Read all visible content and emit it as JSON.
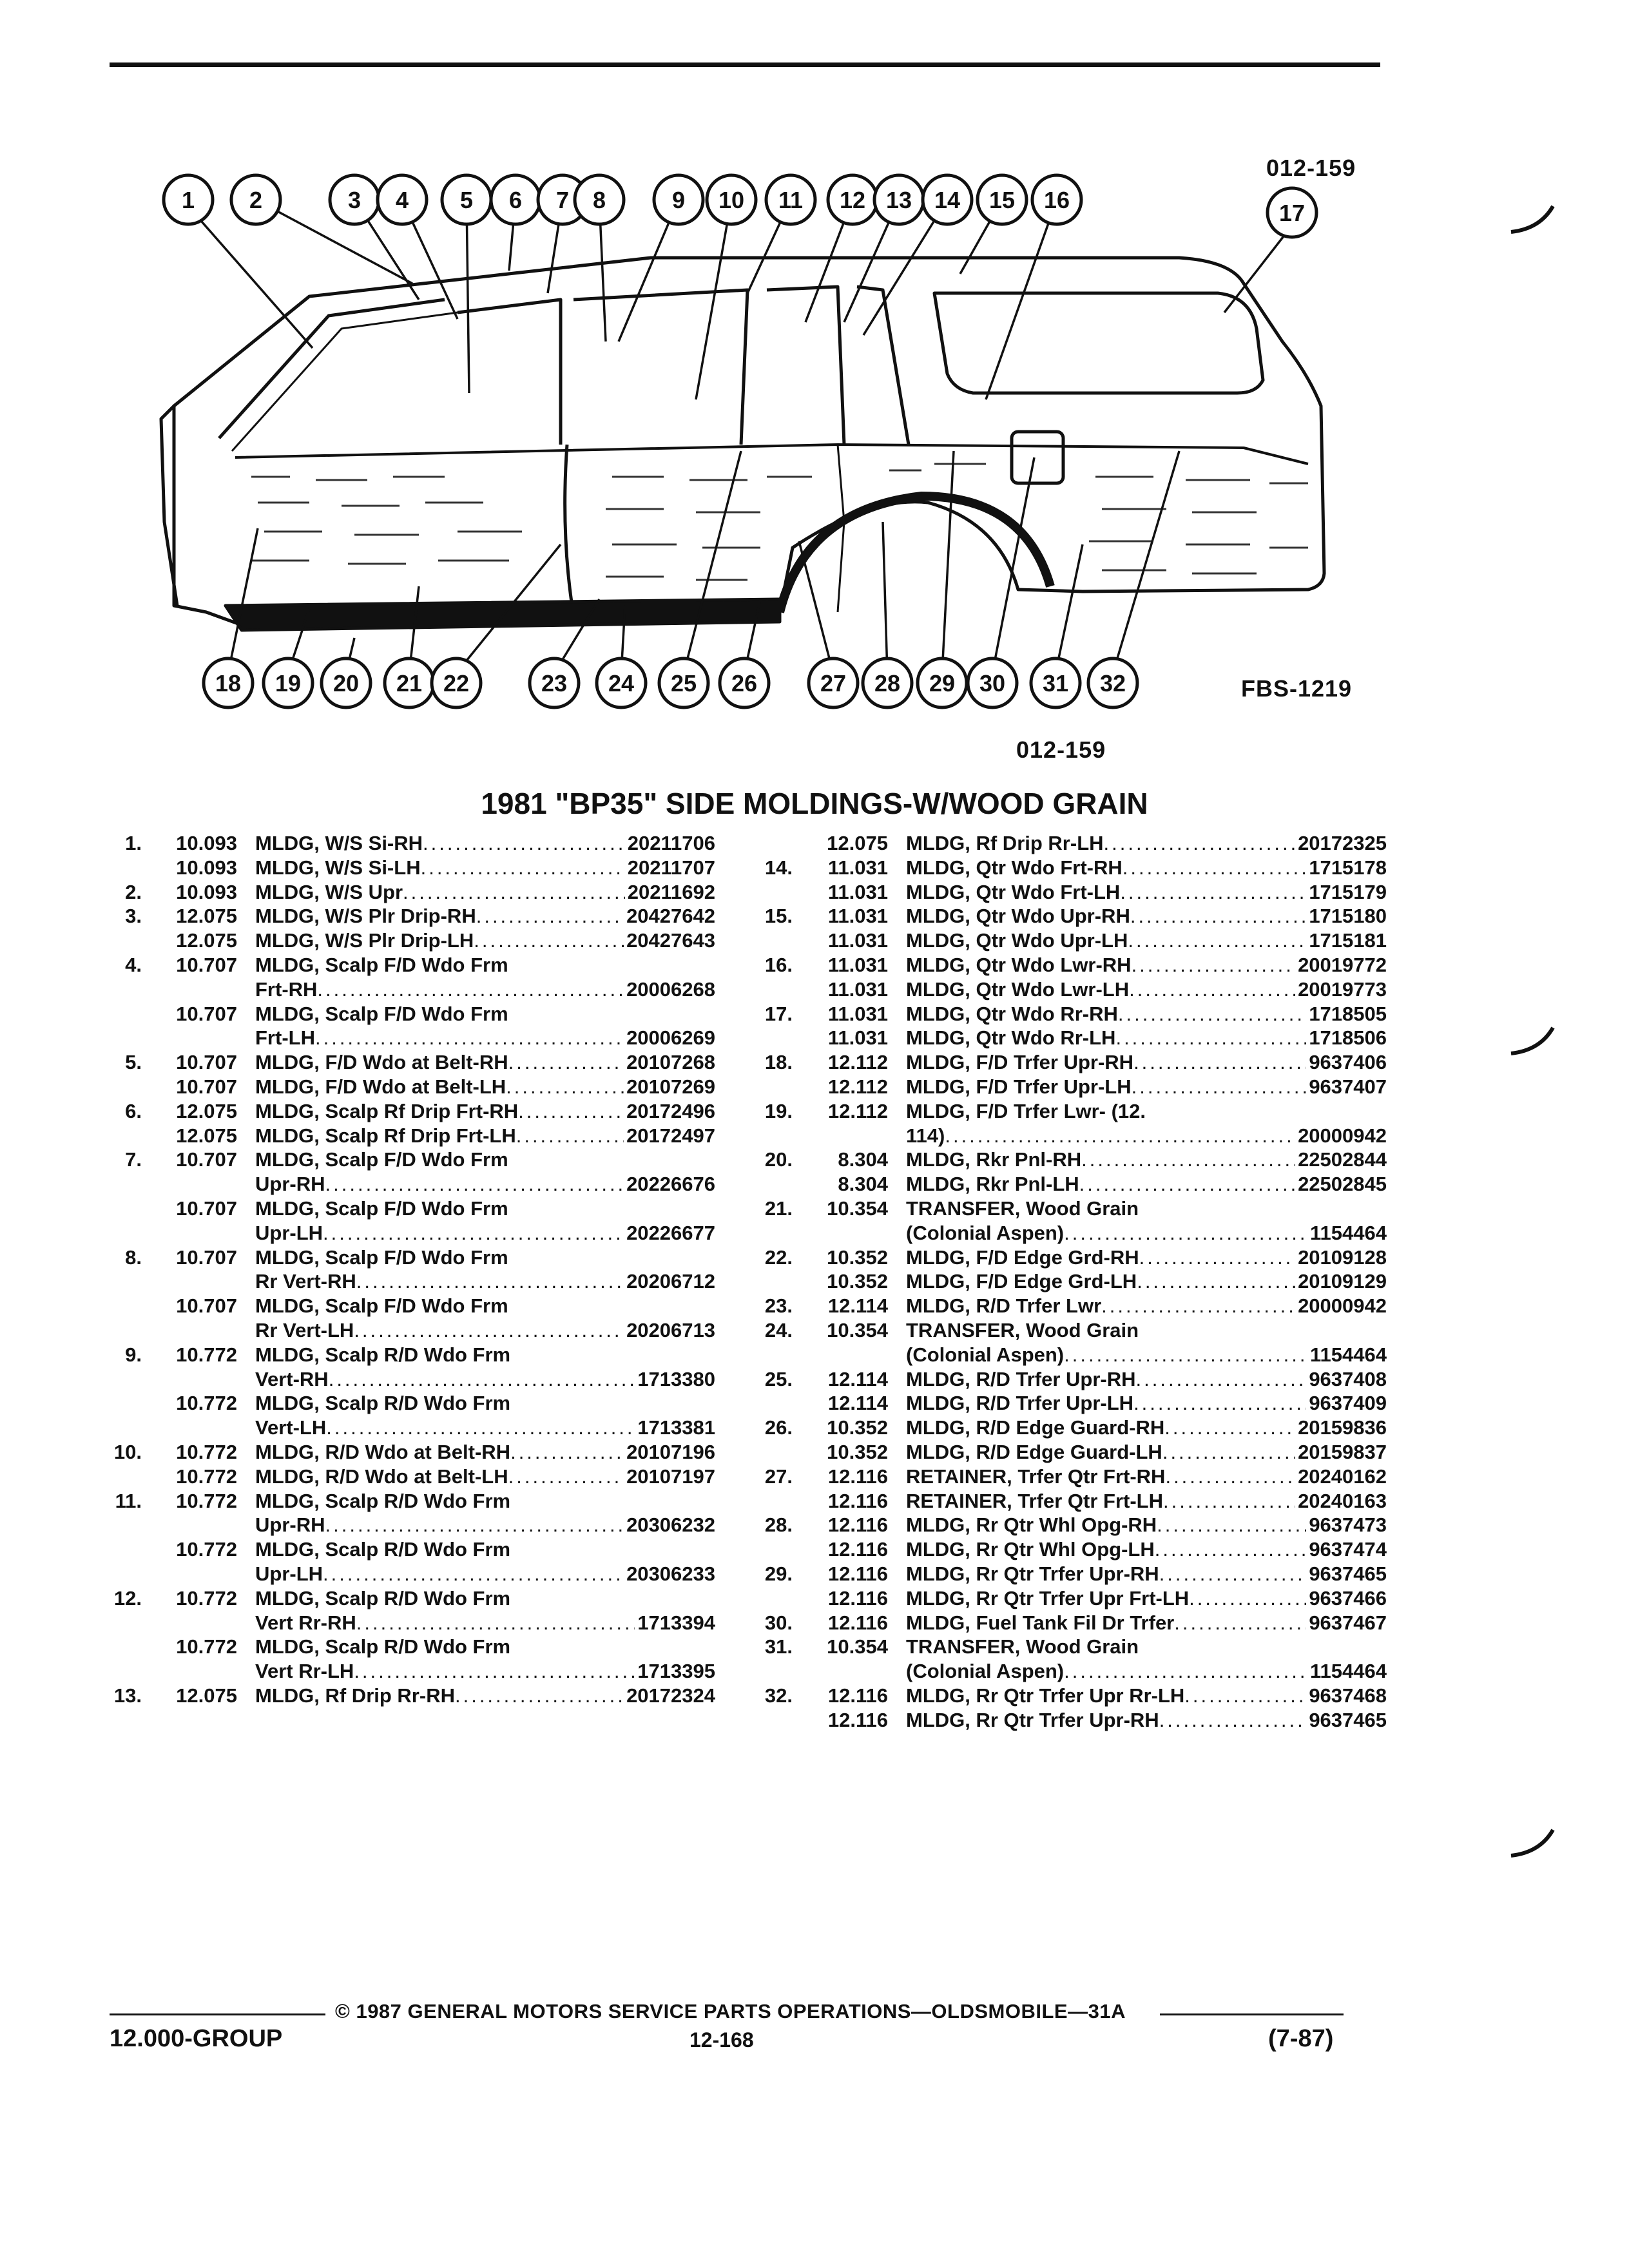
{
  "figure": {
    "code_top": "012-159",
    "code_bottom": "012-159",
    "fbs_code": "FBS-1219",
    "callouts_top": [
      "1",
      "2",
      "3",
      "4",
      "5",
      "6",
      "7",
      "8",
      "9",
      "10",
      "11",
      "12",
      "13",
      "14",
      "15",
      "16"
    ],
    "callout_17": "17",
    "callouts_bottom": [
      "18",
      "19",
      "20",
      "21",
      "22",
      "23",
      "24",
      "25",
      "26",
      "27",
      "28",
      "29",
      "30",
      "31",
      "32"
    ]
  },
  "title": "1981 \"BP35\" SIDE MOLDINGS-W/WOOD GRAIN",
  "parts_left": [
    {
      "no": "1.",
      "group": "10.093",
      "desc": "MLDG, W/S Si-RH",
      "part": "20211706"
    },
    {
      "no": "",
      "group": "10.093",
      "desc": "MLDG, W/S Si-LH",
      "part": "20211707"
    },
    {
      "no": "2.",
      "group": "10.093",
      "desc": "MLDG, W/S Upr",
      "part": "20211692"
    },
    {
      "no": "3.",
      "group": "12.075",
      "desc": "MLDG, W/S Plr Drip-RH",
      "part": "20427642"
    },
    {
      "no": "",
      "group": "12.075",
      "desc": "MLDG, W/S Plr Drip-LH",
      "part": "20427643"
    },
    {
      "no": "4.",
      "group": "10.707",
      "desc": "MLDG, Scalp F/D Wdo Frm",
      "part": ""
    },
    {
      "no": "",
      "group": "",
      "desc": "Frt-RH",
      "part": "20006268"
    },
    {
      "no": "",
      "group": "10.707",
      "desc": "MLDG, Scalp F/D Wdo Frm",
      "part": ""
    },
    {
      "no": "",
      "group": "",
      "desc": "Frt-LH",
      "part": "20006269"
    },
    {
      "no": "5.",
      "group": "10.707",
      "desc": "MLDG, F/D Wdo at Belt-RH",
      "part": "20107268"
    },
    {
      "no": "",
      "group": "10.707",
      "desc": "MLDG, F/D Wdo at Belt-LH",
      "part": "20107269"
    },
    {
      "no": "6.",
      "group": "12.075",
      "desc": "MLDG, Scalp Rf Drip Frt-RH",
      "part": "20172496"
    },
    {
      "no": "",
      "group": "12.075",
      "desc": "MLDG, Scalp Rf Drip Frt-LH",
      "part": "20172497"
    },
    {
      "no": "7.",
      "group": "10.707",
      "desc": "MLDG, Scalp F/D Wdo Frm",
      "part": ""
    },
    {
      "no": "",
      "group": "",
      "desc": "Upr-RH",
      "part": "20226676"
    },
    {
      "no": "",
      "group": "10.707",
      "desc": "MLDG, Scalp F/D Wdo Frm",
      "part": ""
    },
    {
      "no": "",
      "group": "",
      "desc": "Upr-LH",
      "part": "20226677"
    },
    {
      "no": "8.",
      "group": "10.707",
      "desc": "MLDG, Scalp F/D Wdo Frm",
      "part": ""
    },
    {
      "no": "",
      "group": "",
      "desc": "Rr Vert-RH",
      "part": "20206712"
    },
    {
      "no": "",
      "group": "10.707",
      "desc": "MLDG, Scalp F/D Wdo Frm",
      "part": ""
    },
    {
      "no": "",
      "group": "",
      "desc": "Rr Vert-LH",
      "part": "20206713"
    },
    {
      "no": "9.",
      "group": "10.772",
      "desc": "MLDG, Scalp R/D Wdo Frm",
      "part": ""
    },
    {
      "no": "",
      "group": "",
      "desc": "Vert-RH",
      "part": "1713380"
    },
    {
      "no": "",
      "group": "10.772",
      "desc": "MLDG, Scalp R/D Wdo Frm",
      "part": ""
    },
    {
      "no": "",
      "group": "",
      "desc": "Vert-LH",
      "part": "1713381"
    },
    {
      "no": "10.",
      "group": "10.772",
      "desc": "MLDG, R/D Wdo at Belt-RH",
      "part": "20107196"
    },
    {
      "no": "",
      "group": "10.772",
      "desc": "MLDG, R/D Wdo at Belt-LH",
      "part": "20107197"
    },
    {
      "no": "11.",
      "group": "10.772",
      "desc": "MLDG, Scalp R/D Wdo Frm",
      "part": ""
    },
    {
      "no": "",
      "group": "",
      "desc": "Upr-RH",
      "part": "20306232"
    },
    {
      "no": "",
      "group": "10.772",
      "desc": "MLDG, Scalp R/D Wdo Frm",
      "part": ""
    },
    {
      "no": "",
      "group": "",
      "desc": "Upr-LH",
      "part": "20306233"
    },
    {
      "no": "12.",
      "group": "10.772",
      "desc": "MLDG, Scalp R/D Wdo Frm",
      "part": ""
    },
    {
      "no": "",
      "group": "",
      "desc": "Vert Rr-RH",
      "part": "1713394"
    },
    {
      "no": "",
      "group": "10.772",
      "desc": "MLDG, Scalp R/D Wdo Frm",
      "part": ""
    },
    {
      "no": "",
      "group": "",
      "desc": "Vert Rr-LH",
      "part": "1713395"
    },
    {
      "no": "13.",
      "group": "12.075",
      "desc": "MLDG, Rf Drip Rr-RH",
      "part": "20172324"
    }
  ],
  "parts_right": [
    {
      "no": "",
      "group": "12.075",
      "desc": "MLDG, Rf Drip Rr-LH",
      "part": "20172325"
    },
    {
      "no": "14.",
      "group": "11.031",
      "desc": "MLDG, Qtr Wdo Frt-RH",
      "part": "1715178"
    },
    {
      "no": "",
      "group": "11.031",
      "desc": "MLDG, Qtr Wdo Frt-LH",
      "part": "1715179"
    },
    {
      "no": "15.",
      "group": "11.031",
      "desc": "MLDG, Qtr Wdo Upr-RH",
      "part": "1715180"
    },
    {
      "no": "",
      "group": "11.031",
      "desc": "MLDG, Qtr Wdo Upr-LH",
      "part": "1715181"
    },
    {
      "no": "16.",
      "group": "11.031",
      "desc": "MLDG, Qtr Wdo Lwr-RH",
      "part": "20019772"
    },
    {
      "no": "",
      "group": "11.031",
      "desc": "MLDG, Qtr Wdo Lwr-LH",
      "part": "20019773"
    },
    {
      "no": "17.",
      "group": "11.031",
      "desc": "MLDG, Qtr Wdo Rr-RH",
      "part": "1718505"
    },
    {
      "no": "",
      "group": "11.031",
      "desc": "MLDG, Qtr Wdo Rr-LH",
      "part": "1718506"
    },
    {
      "no": "18.",
      "group": "12.112",
      "desc": "MLDG, F/D Trfer Upr-RH",
      "part": "9637406"
    },
    {
      "no": "",
      "group": "12.112",
      "desc": "MLDG, F/D Trfer Upr-LH",
      "part": "9637407"
    },
    {
      "no": "19.",
      "group": "12.112",
      "desc": "MLDG, F/D Trfer Lwr- (12.",
      "part": ""
    },
    {
      "no": "",
      "group": "",
      "desc": "114)",
      "part": "20000942"
    },
    {
      "no": "20.",
      "group": "8.304",
      "desc": "MLDG, Rkr Pnl-RH",
      "part": "22502844"
    },
    {
      "no": "",
      "group": "8.304",
      "desc": "MLDG, Rkr Pnl-LH",
      "part": "22502845"
    },
    {
      "no": "21.",
      "group": "10.354",
      "desc": "TRANSFER, Wood Grain",
      "part": ""
    },
    {
      "no": "",
      "group": "",
      "desc": "(Colonial Aspen)",
      "part": "1154464"
    },
    {
      "no": "22.",
      "group": "10.352",
      "desc": "MLDG, F/D Edge Grd-RH",
      "part": "20109128"
    },
    {
      "no": "",
      "group": "10.352",
      "desc": "MLDG, F/D Edge Grd-LH",
      "part": "20109129"
    },
    {
      "no": "23.",
      "group": "12.114",
      "desc": "MLDG, R/D Trfer Lwr",
      "part": "20000942"
    },
    {
      "no": "24.",
      "group": "10.354",
      "desc": "TRANSFER, Wood Grain",
      "part": ""
    },
    {
      "no": "",
      "group": "",
      "desc": "(Colonial Aspen)",
      "part": "1154464"
    },
    {
      "no": "25.",
      "group": "12.114",
      "desc": "MLDG, R/D Trfer Upr-RH",
      "part": "9637408"
    },
    {
      "no": "",
      "group": "12.114",
      "desc": "MLDG, R/D Trfer Upr-LH",
      "part": "9637409"
    },
    {
      "no": "26.",
      "group": "10.352",
      "desc": "MLDG, R/D Edge Guard-RH",
      "part": "20159836"
    },
    {
      "no": "",
      "group": "10.352",
      "desc": "MLDG, R/D Edge Guard-LH",
      "part": "20159837"
    },
    {
      "no": "27.",
      "group": "12.116",
      "desc": "RETAINER, Trfer Qtr Frt-RH",
      "part": "20240162"
    },
    {
      "no": "",
      "group": "12.116",
      "desc": "RETAINER, Trfer Qtr Frt-LH",
      "part": "20240163"
    },
    {
      "no": "28.",
      "group": "12.116",
      "desc": "MLDG, Rr Qtr Whl Opg-RH",
      "part": "9637473"
    },
    {
      "no": "",
      "group": "12.116",
      "desc": "MLDG, Rr Qtr Whl Opg-LH",
      "part": "9637474"
    },
    {
      "no": "29.",
      "group": "12.116",
      "desc": "MLDG, Rr Qtr Trfer Upr-RH",
      "part": "9637465"
    },
    {
      "no": "",
      "group": "12.116",
      "desc": "MLDG, Rr Qtr Trfer Upr Frt-LH",
      "part": "9637466"
    },
    {
      "no": "30.",
      "group": "12.116",
      "desc": "MLDG, Fuel Tank Fil Dr Trfer",
      "part": "9637467"
    },
    {
      "no": "31.",
      "group": "10.354",
      "desc": "TRANSFER, Wood Grain",
      "part": ""
    },
    {
      "no": "",
      "group": "",
      "desc": "(Colonial Aspen)",
      "part": "1154464"
    },
    {
      "no": "32.",
      "group": "12.116",
      "desc": "MLDG, Rr Qtr Trfer Upr Rr-LH",
      "part": "9637468"
    },
    {
      "no": "",
      "group": "12.116",
      "desc": "MLDG, Rr Qtr Trfer Upr-RH",
      "part": "9637465"
    }
  ],
  "footer": {
    "copyright": "© 1987 GENERAL MOTORS SERVICE PARTS OPERATIONS—OLDSMOBILE—31A",
    "group": "12.000-GROUP",
    "page": "12-168",
    "date": "(7-87)"
  }
}
